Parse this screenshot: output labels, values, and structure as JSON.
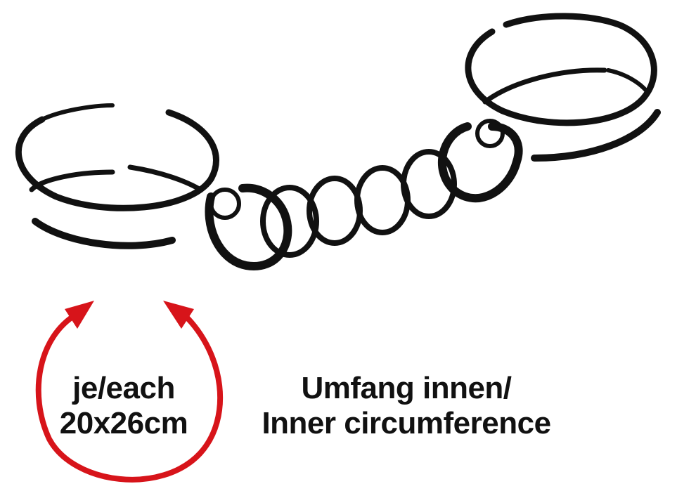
{
  "size_label": {
    "line1": "je/each",
    "line2": "20x26cm"
  },
  "description": {
    "line1": "Umfang innen/",
    "line2": "Inner circumference"
  },
  "colors": {
    "ink": "#111111",
    "arrow": "#d7141a"
  },
  "icons": [
    "left-ring-icon",
    "right-ring-icon",
    "chain-links-icon",
    "circumference-arrow-icon"
  ]
}
